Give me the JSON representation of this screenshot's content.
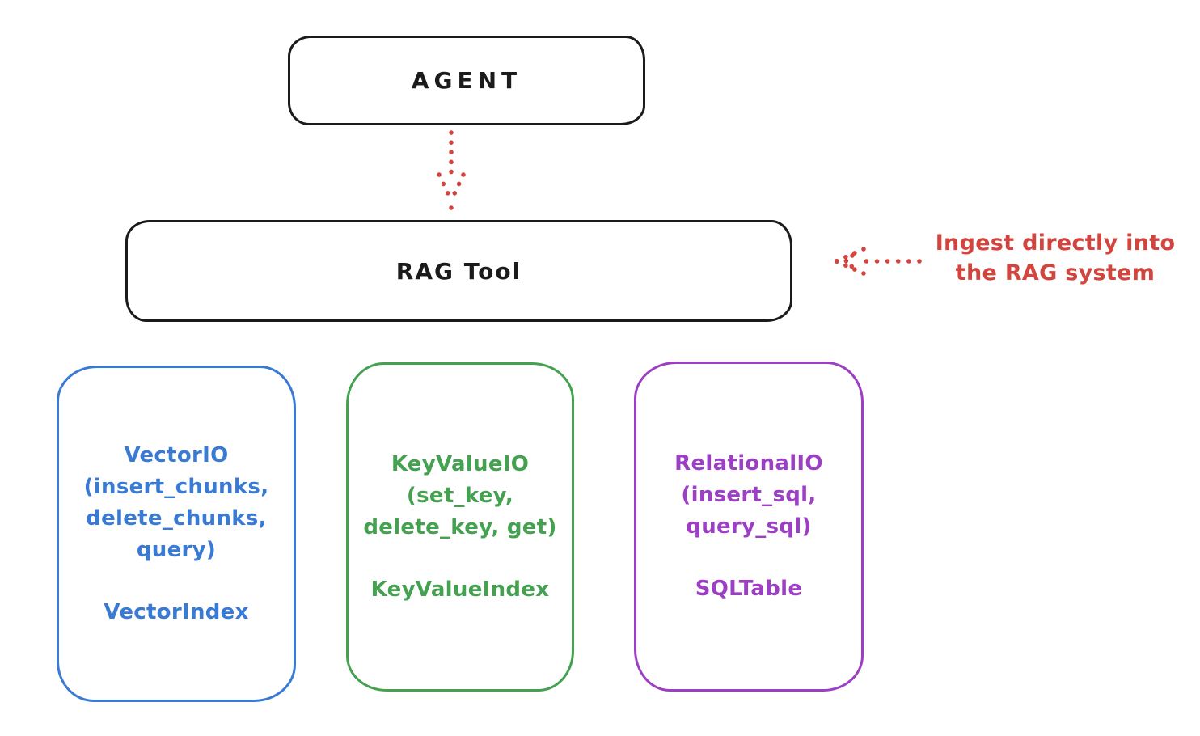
{
  "diagram": {
    "agent": {
      "label": "AGENT",
      "stroke_color": "#1b1b1b"
    },
    "rag_tool": {
      "label": "RAG Tool",
      "stroke_color": "#1b1b1b"
    },
    "annotation": {
      "line1": "Ingest directly into",
      "line2": "the RAG system",
      "color": "#d2443e"
    },
    "arrows": {
      "agent_to_rag": "dotted-down-arrow",
      "ingest_to_rag": "dotted-left-arrow",
      "color": "#d2443e"
    },
    "vector_io": {
      "title": "VectorIO",
      "params_line1": "(insert_chunks,",
      "params_line2": "delete_chunks,",
      "params_line3": "query)",
      "index": "VectorIndex",
      "color": "#397bd4"
    },
    "keyvalue_io": {
      "title": "KeyValueIO",
      "params_line1": "(set_key,",
      "params_line2": "delete_key, get)",
      "index": "KeyValueIndex",
      "color": "#44a14f"
    },
    "relational_io": {
      "title": "RelationalIO",
      "params_line1": "(insert_sql,",
      "params_line2": "query_sql)",
      "index": "SQLTable",
      "color": "#9c3fc4"
    }
  }
}
